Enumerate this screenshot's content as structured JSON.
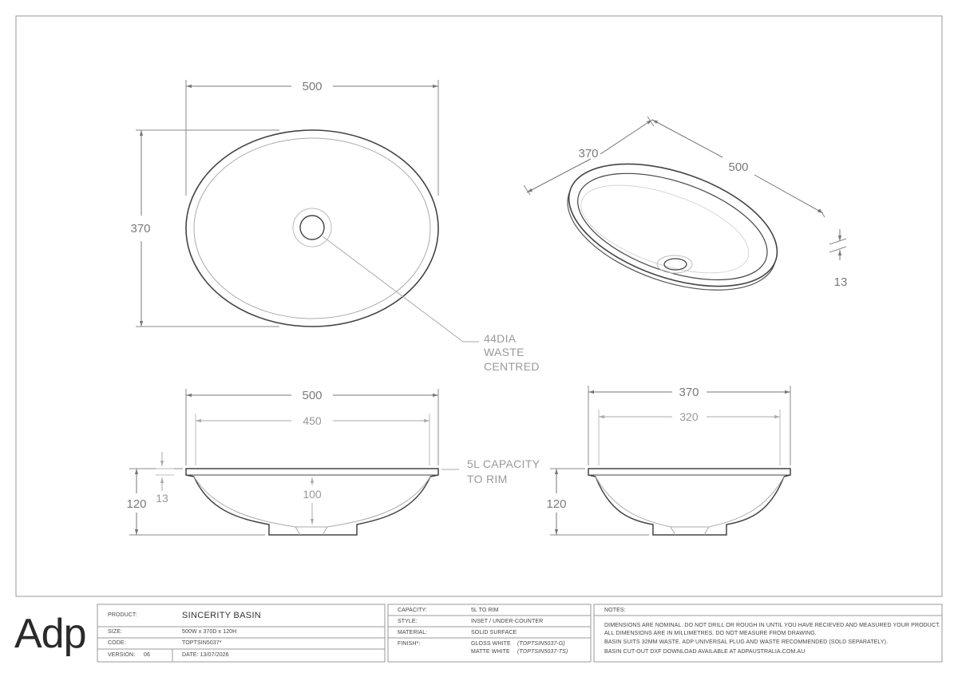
{
  "brand": "Adp",
  "dimensions": {
    "plan_width": "500",
    "plan_depth": "370",
    "iso_depth": "370",
    "iso_width": "500",
    "iso_rim": "13",
    "front_width": "500",
    "front_inner": "450",
    "front_height": "120",
    "front_rim": "13",
    "front_bowl": "100",
    "side_depth": "370",
    "side_inner": "320",
    "side_height": "120"
  },
  "annotations": {
    "waste_line1": "44DIA",
    "waste_line2": "WASTE",
    "waste_line3": "CENTRED",
    "capacity_line1": "5L CAPACITY",
    "capacity_line2": "TO RIM"
  },
  "title_block": {
    "product_label": "PRODUCT:",
    "product_value": "SINCERITY BASIN",
    "size_label": "SIZE:",
    "size_value": "500W x 370D x 120H",
    "code_label": "CODE:",
    "code_value": "TOPTSIN5037*",
    "version_label": "VERSION:",
    "version_value": "06",
    "date_value": "DATE: 13/07/2026",
    "capacity_label": "CAPACITY:",
    "capacity_value": "5L TO RIM",
    "style_label": "STYLE:",
    "style_value": "INSET / UNDER-COUNTER",
    "material_label": "MATERIAL:",
    "material_value": "SOLID SURFACE",
    "finish_label": "FINISH*:",
    "finish_1_name": "GLOSS WHITE",
    "finish_1_code": "(TOPTSIN5037-G)",
    "finish_2_name": "MATTE WHITE",
    "finish_2_code": "(TOPTSIN5037-TS)",
    "notes_label": "NOTES:",
    "notes": [
      "DIMENSIONS ARE NOMINAL. DO NOT DRILL OR ROUGH IN UNTIL YOU HAVE RECIEVED AND MEASURED YOUR PRODUCT.",
      "ALL DIMENSIONS ARE IN MILLIMETRES. DO NOT MEASURE FROM DRAWING.",
      "BASIN SUITS 32MM WASTE. ADP UNIVERSAL PLUG AND WASTE RECOMMENDED (SOLD SEPARATELY).",
      "BASIN CUT-OUT DXF DOWNLOAD AVAILABLE AT ADPAUSTRALIA.COM.AU"
    ]
  }
}
